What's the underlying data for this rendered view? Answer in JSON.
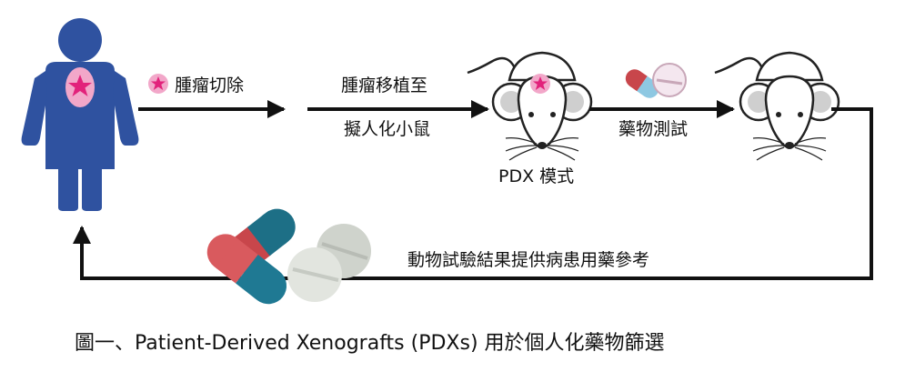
{
  "labels": {
    "tumor_resection": "腫瘤切除",
    "transplant_line1": "腫瘤移植至",
    "transplant_line2": "擬人化小鼠",
    "pdx_model": "PDX 模式",
    "drug_test": "藥物測試",
    "results_feedback": "動物試驗結果提供病患用藥參考"
  },
  "caption": "圖一、Patient-Derived Xenografts (PDXs) 用於個人化藥物篩選",
  "colors": {
    "human_body": "#2f52a0",
    "tumor_blob": "#f2a7c9",
    "tumor_star": "#e2227b",
    "arrow": "#111111",
    "mouse_outline": "#222222",
    "ear_inner": "#cfcfcf",
    "capsule_red": "#c8464b",
    "capsule_teal": "#1d6f86",
    "capsule_light_blue": "#8ec8e2",
    "tablet_light": "#dcdfd9"
  }
}
